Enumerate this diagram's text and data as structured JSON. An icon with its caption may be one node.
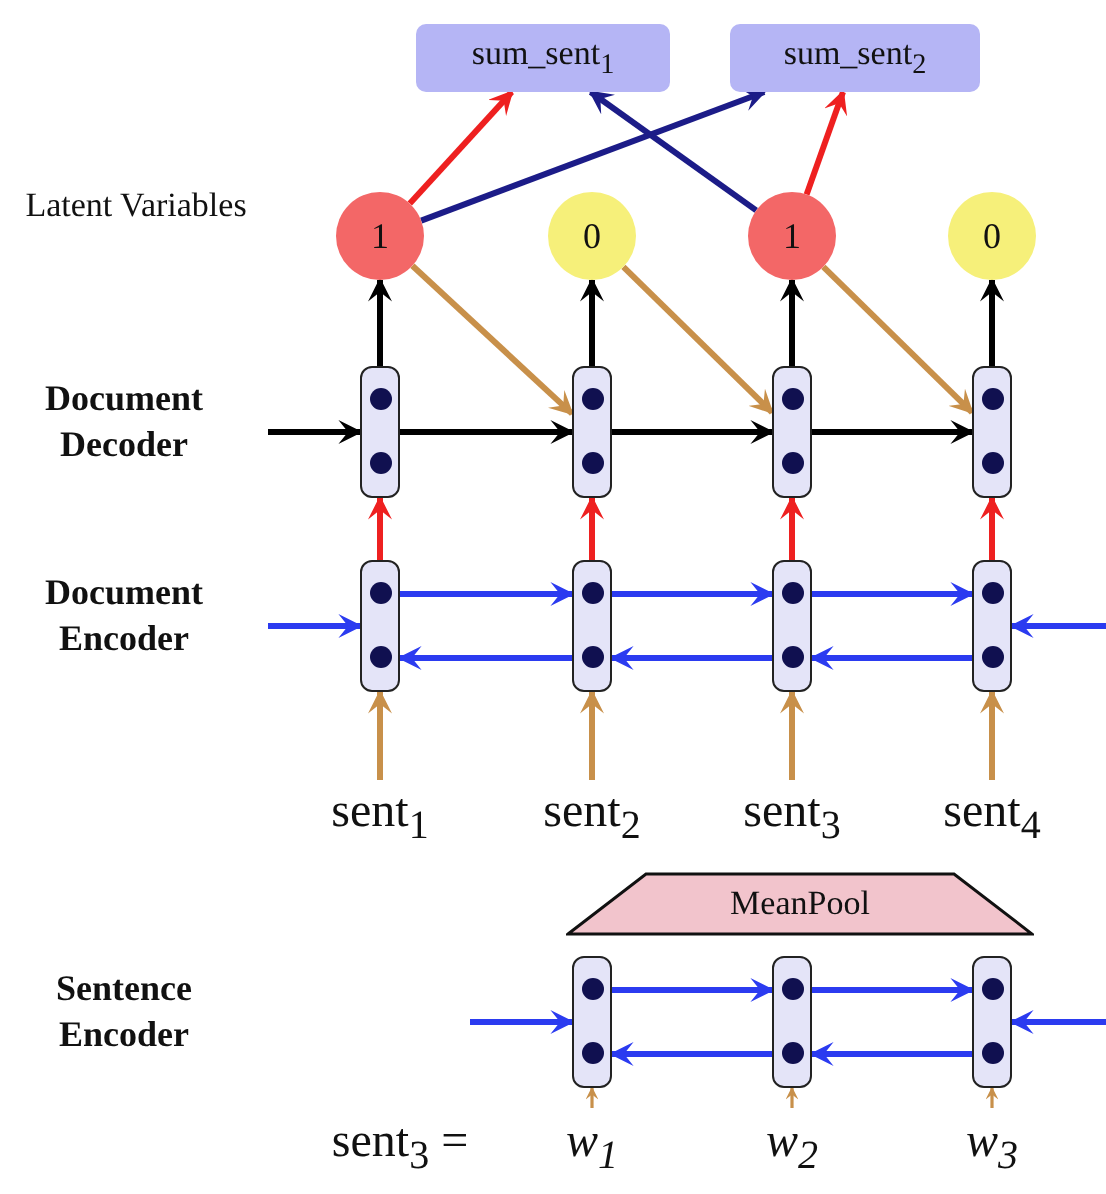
{
  "diagram": {
    "nodes": [
      {
        "text": [
          "sum_sent$_{1}$"
        ]
      },
      {
        "text": [
          "sum_sent$_{2}$"
        ]
      },
      {
        "text": [
          "1"
        ]
      },
      {
        "text": [
          "0"
        ]
      },
      {
        "text": [
          "1"
        ]
      },
      {
        "text": [
          "0"
        ]
      },
      {
        "text": [],
        "shape": "box"
      },
      {
        "text": [],
        "shape": "box"
      },
      {
        "text": [],
        "shape": "box"
      },
      {
        "text": [],
        "shape": "box"
      },
      {
        "text": [],
        "shape": "box"
      },
      {
        "text": [],
        "shape": "box"
      },
      {
        "text": [],
        "shape": "box"
      },
      {
        "text": [],
        "shape": "box"
      },
      {
        "text": [
          "sent$_{1}$"
        ]
      },
      {
        "text": [
          "sent$_{2}$"
        ]
      },
      {
        "text": [
          "sent$_{3}$"
        ]
      },
      {
        "text": [
          "sent$_{4}$"
        ]
      },
      {
        "text": [
          "MeanPool"
        ]
      },
      {
        "text": [],
        "shape": "box"
      },
      {
        "text": [],
        "shape": "box"
      },
      {
        "text": [],
        "shape": "box"
      },
      {
        "text": [
          "w$_{1}$"
        ]
      },
      {
        "text": [
          "w$_{2}$"
        ]
      },
      {
        "text": [
          "w$_{3}$"
        ]
      }
    ],
    "edges": [
      {
        "from": 2,
        "to": 0,
        "arrow": "to",
        "color": "#ee2020"
      },
      {
        "from": 2,
        "to": 1,
        "arrow": "to",
        "color": "#1c1c88"
      },
      {
        "from": 4,
        "to": 0,
        "arrow": "to",
        "color": "#1c1c88"
      },
      {
        "from": 4,
        "to": 1,
        "arrow": "to",
        "color": "#ee2020"
      },
      {
        "from": 6,
        "to": 2,
        "arrow": "to",
        "color": "#000000"
      },
      {
        "from": 7,
        "to": 3,
        "arrow": "to",
        "color": "#000000"
      },
      {
        "from": 8,
        "to": 4,
        "arrow": "to",
        "color": "#000000"
      },
      {
        "from": 9,
        "to": 5,
        "arrow": "to",
        "color": "#000000"
      },
      {
        "from": 2,
        "to": 7,
        "arrow": "to",
        "color": "#c8904a"
      },
      {
        "from": 3,
        "to": 8,
        "arrow": "to",
        "color": "#c8904a"
      },
      {
        "from": 4,
        "to": 9,
        "arrow": "to",
        "color": "#c8904a"
      },
      {
        "from": null,
        "to": 6,
        "arrow": "to",
        "color": "#000000"
      },
      {
        "from": 6,
        "to": 7,
        "arrow": "to",
        "color": "#000000"
      },
      {
        "from": 7,
        "to": 8,
        "arrow": "to",
        "color": "#000000"
      },
      {
        "from": 8,
        "to": 9,
        "arrow": "to",
        "color": "#000000"
      },
      {
        "from": 10,
        "to": 6,
        "arrow": "to",
        "color": "#ee2020"
      },
      {
        "from": 11,
        "to": 7,
        "arrow": "to",
        "color": "#ee2020"
      },
      {
        "from": 12,
        "to": 8,
        "arrow": "to",
        "color": "#ee2020"
      },
      {
        "from": 13,
        "to": 9,
        "arrow": "to",
        "color": "#ee2020"
      },
      {
        "from": null,
        "to": 10,
        "arrow": "to",
        "color": "#2b3bf0"
      },
      {
        "from": 10,
        "to": 11,
        "arrow": "to",
        "color": "#2b3bf0"
      },
      {
        "from": 11,
        "to": 12,
        "arrow": "to",
        "color": "#2b3bf0"
      },
      {
        "from": 12,
        "to": 13,
        "arrow": "to",
        "color": "#2b3bf0"
      },
      {
        "from": 13,
        "to": 12,
        "arrow": "to",
        "color": "#2b3bf0"
      },
      {
        "from": 12,
        "to": 11,
        "arrow": "to",
        "color": "#2b3bf0"
      },
      {
        "from": 11,
        "to": 10,
        "arrow": "to",
        "color": "#2b3bf0"
      },
      {
        "from": null,
        "to": 13,
        "arrow": "to",
        "color": "#2b3bf0"
      },
      {
        "from": 14,
        "to": 10,
        "arrow": "to",
        "color": "#c8904a"
      },
      {
        "from": 15,
        "to": 11,
        "arrow": "to",
        "color": "#c8904a"
      },
      {
        "from": 16,
        "to": 12,
        "arrow": "to",
        "color": "#c8904a"
      },
      {
        "from": 17,
        "to": 13,
        "arrow": "to",
        "color": "#c8904a"
      },
      {
        "from": null,
        "to": 19,
        "arrow": "to",
        "color": "#2b3bf0"
      },
      {
        "from": 19,
        "to": 20,
        "arrow": "to",
        "color": "#2b3bf0"
      },
      {
        "from": 20,
        "to": 21,
        "arrow": "to",
        "color": "#2b3bf0"
      },
      {
        "from": 21,
        "to": 20,
        "arrow": "to",
        "color": "#2b3bf0"
      },
      {
        "from": 20,
        "to": 19,
        "arrow": "to",
        "color": "#2b3bf0"
      },
      {
        "from": null,
        "to": 21,
        "arrow": "to",
        "color": "#2b3bf0"
      },
      {
        "from": 22,
        "to": 19,
        "arrow": "to",
        "color": "#c8904a"
      },
      {
        "from": 23,
        "to": 20,
        "arrow": "to",
        "color": "#c8904a"
      },
      {
        "from": 24,
        "to": 21,
        "arrow": "to",
        "color": "#c8904a"
      }
    ],
    "labels": [
      "Latent Variables",
      "Document Decoder",
      "Document Encoder",
      "Sentence Encoder",
      "sent$_{3}$ ="
    ]
  }
}
